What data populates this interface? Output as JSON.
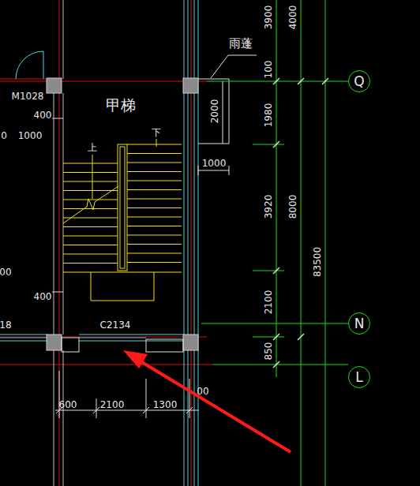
{
  "diagram": {
    "nodes": [
      {
        "text": [
          "Q"
        ]
      },
      {
        "text": [
          "N"
        ]
      },
      {
        "text": [
          "L"
        ]
      }
    ],
    "labels": [
      "雨蓬",
      "3900",
      "4000",
      "100",
      "M1028",
      "甲梯",
      "2000",
      "1980",
      "400",
      "0",
      "1000",
      "1000",
      "上",
      "下",
      "3920",
      "8000",
      "83500",
      "00",
      "400",
      "2100",
      "18",
      "C2134",
      "850",
      "600",
      "2100",
      "1300",
      "00"
    ]
  }
}
